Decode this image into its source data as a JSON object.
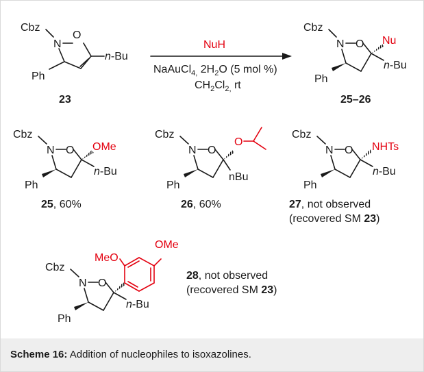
{
  "colors": {
    "nucleophile": "#e3000f",
    "text": "#1a1a1a",
    "caption_bg": "#eeeeee",
    "border": "#d9d9d9"
  },
  "reaction": {
    "reagent": "NuH",
    "catalyst_name": "NaAuCl",
    "catalyst_sub": "4,",
    "catalyst_rest": " 2H",
    "catalyst_sub2": "2",
    "catalyst_tail": "O (5 mol %)",
    "solvent_ch": "CH",
    "solvent_sub1": "2",
    "solvent_cl": "Cl",
    "solvent_sub2": "2,",
    "solvent_rt": " rt"
  },
  "reactant": {
    "cbz": "Cbz",
    "n": "N",
    "o": "O",
    "nbu": "n",
    "nbu_tail": "-Bu",
    "ph": "Ph",
    "id": "23"
  },
  "product": {
    "cbz": "Cbz",
    "n": "N",
    "o": "O",
    "nu": "Nu",
    "nbu": "n",
    "nbu_tail": "-Bu",
    "ph": "Ph",
    "id": "25–26"
  },
  "compounds": [
    {
      "sub": "OMe",
      "id": "25",
      "result": ", 60%",
      "cbz": "Cbz",
      "n": "N",
      "o": "O",
      "nbu": "n",
      "nbu_tail": "-Bu",
      "ph": "Ph"
    },
    {
      "sub": "O",
      "id": "26",
      "result": ", 60%",
      "cbz": "Cbz",
      "n": "N",
      "o": "O",
      "nbu": "nBu",
      "ph": "Ph"
    },
    {
      "sub": "NHTs",
      "id": "27",
      "result": ", not observed",
      "note_pre": "(recovered SM ",
      "note_id": "23",
      "note_post": ")",
      "cbz": "Cbz",
      "n": "N",
      "o": "O",
      "nbu": "n",
      "nbu_tail": "-Bu",
      "ph": "Ph"
    },
    {
      "sub_meo": "MeO",
      "sub_ome": "OMe",
      "id": "28",
      "result": ", not observed",
      "note_pre": "(recovered SM ",
      "note_id": "23",
      "note_post": ")",
      "cbz": "Cbz",
      "n": "N",
      "o": "O",
      "nbu": "n",
      "nbu_tail": "-Bu",
      "ph": "Ph"
    }
  ],
  "caption": {
    "label": "Scheme 16:",
    "text": " Addition of nucleophiles to isoxazolines."
  }
}
